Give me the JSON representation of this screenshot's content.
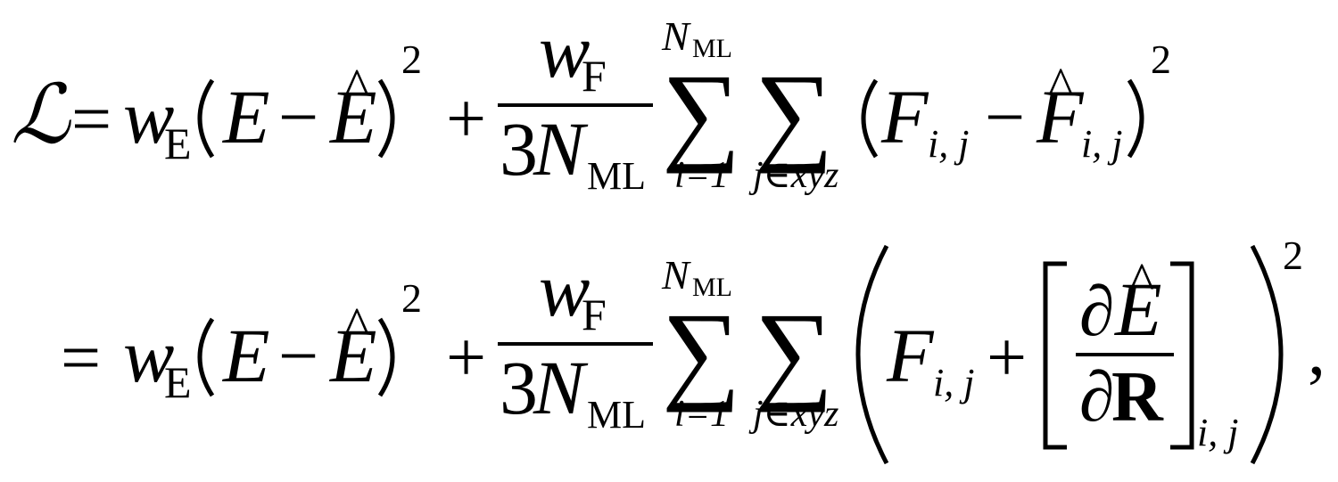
{
  "equation": {
    "line1": {
      "loss_symbol": "ℒ",
      "equals": "=",
      "w": "w",
      "sub_E": "E",
      "E": "E",
      "minus": "−",
      "Ehat": "E",
      "hat": "^",
      "sq": "2",
      "plus": "+",
      "frac_num_w": "w",
      "frac_num_sub": "F",
      "frac_den_3": "3",
      "frac_den_N": "N",
      "frac_den_sub": "ML",
      "sum1_top_N": "N",
      "sum1_top_sub": "ML",
      "sum1_sym": "∑",
      "sum1_bottom": "i=1",
      "sum2_sym": "∑",
      "sum2_bottom": "j∈xyz",
      "F": "F",
      "F_sub": "i, j",
      "minus2": "−",
      "Fhat": "F",
      "Fhat_sub": "i, j",
      "sq2": "2"
    },
    "line2": {
      "equals": "=",
      "w": "w",
      "sub_E": "E",
      "E": "E",
      "minus": "−",
      "Ehat": "E",
      "hat": "^",
      "sq": "2",
      "plus": "+",
      "frac_num_w": "w",
      "frac_num_sub": "F",
      "frac_den_3": "3",
      "frac_den_N": "N",
      "frac_den_sub": "ML",
      "sum1_top_N": "N",
      "sum1_top_sub": "ML",
      "sum1_sym": "∑",
      "sum1_bottom": "i=1",
      "sum2_sym": "∑",
      "sum2_bottom": "j∈xyz",
      "F": "F",
      "F_sub": "i, j",
      "plus2": "+",
      "partial_num": "∂",
      "partial_num_E": "E",
      "partial_den": "∂",
      "partial_den_R": "R",
      "bracket_sub": "i, j",
      "sq2": "2",
      "comma": ","
    }
  }
}
